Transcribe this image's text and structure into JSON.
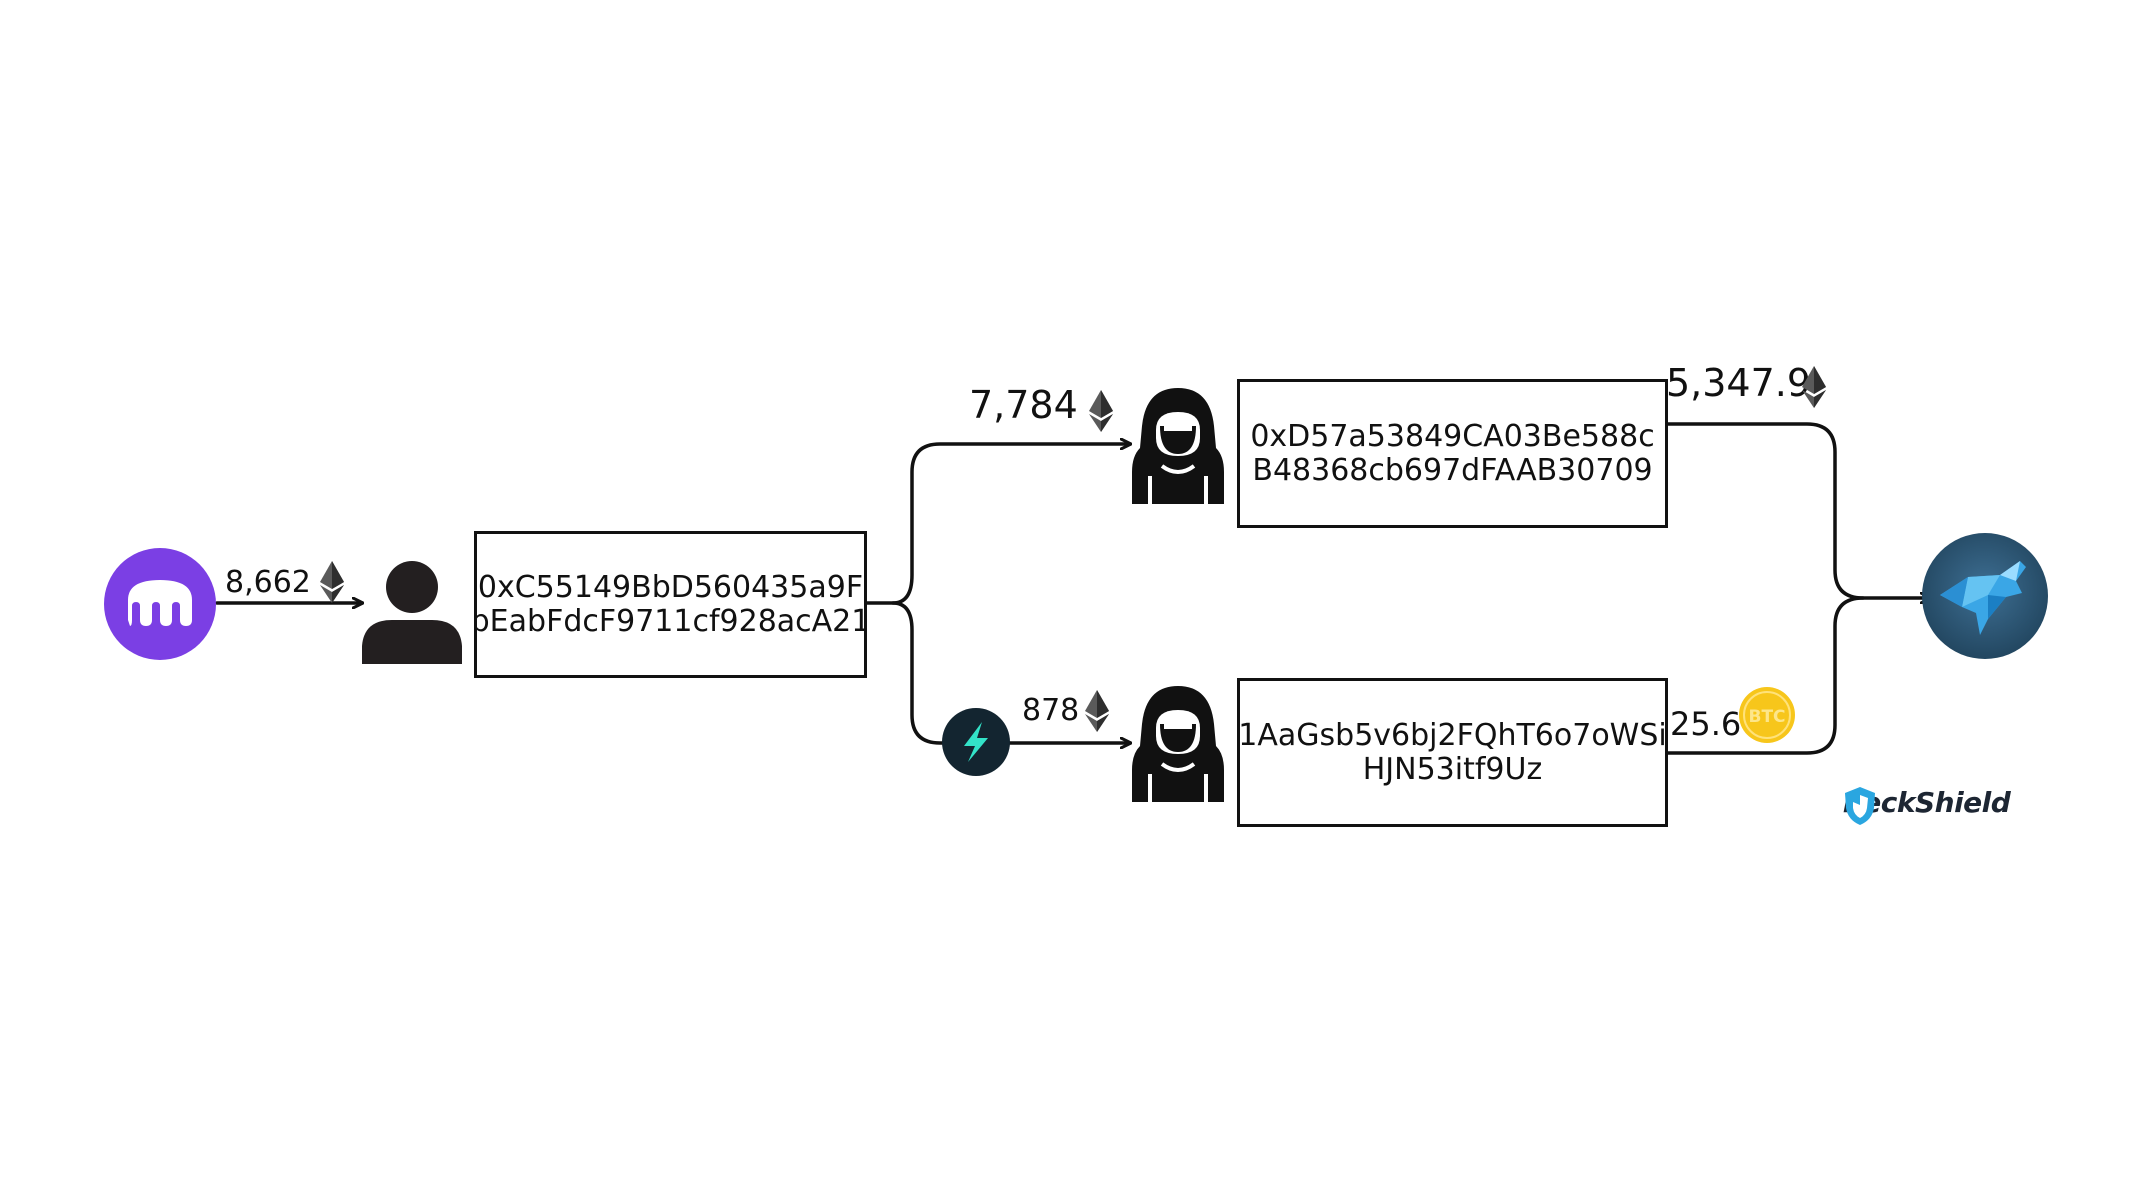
{
  "addresses": {
    "initial_wallet": {
      "line1": "0xC55149BbD560435a9F",
      "line2": "bEabFdcF9711cf928acA21"
    },
    "eth_wallet": {
      "line1": "0xD57a53849CA03Be588c",
      "line2": "B48368cb697dFAAB30709"
    },
    "btc_wallet": {
      "line1": "1AaGsb5v6bj2FQhT6o7oWSi",
      "line2": "HJN53itf9Uz"
    }
  },
  "amounts": {
    "kraken_to_user": "8,662",
    "to_hacker_eth": "7,784",
    "to_hacker_bridge": "878",
    "eth_to_exchange": "5,347.9",
    "btc_to_exchange": "25.6"
  },
  "icons": {
    "source_exchange": "kraken-logo-icon",
    "user": "person-icon",
    "hacker": "hooded-hacker-icon",
    "bridge": "thorchain-logo-icon",
    "eth": "ethereum-icon",
    "btc_badge": "BTC",
    "destination_exchange": "exchange-logo-icon",
    "brand": "peckshield-shield-icon"
  },
  "brand": {
    "name": "PeckShield"
  },
  "colors": {
    "kraken": "#7b3fe4",
    "btc": "#f7c61b",
    "bridge": "#132530",
    "bridge_bolt": "#33e3c8",
    "destination": "#2f5b7a",
    "line": "#111111"
  }
}
